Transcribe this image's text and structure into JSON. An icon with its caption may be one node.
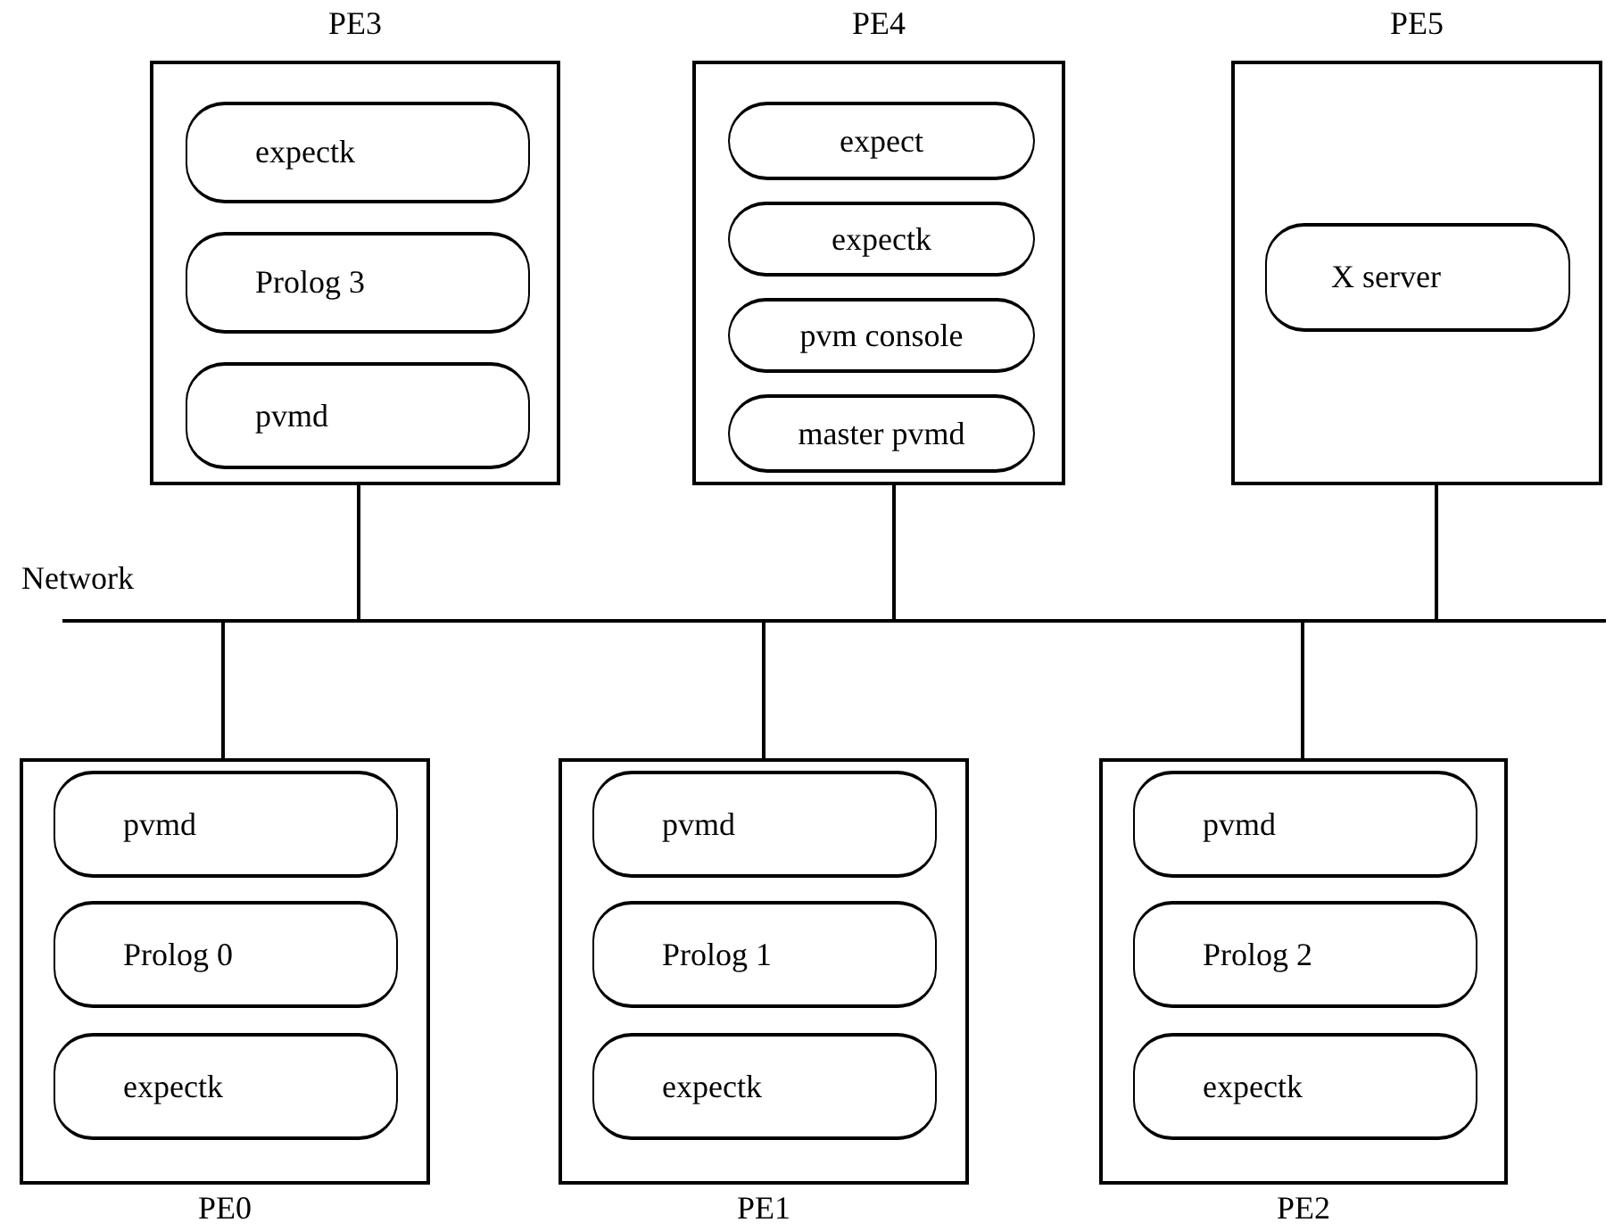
{
  "diagram": {
    "nodes": [
      {
        "text": [
          "PE3"
        ]
      },
      {
        "text": [
          "expectk"
        ],
        "in": 0
      },
      {
        "text": [
          "Prolog 3"
        ],
        "in": 0
      },
      {
        "text": [
          "pvmd"
        ],
        "in": 0
      },
      {
        "text": [
          "PE4"
        ]
      },
      {
        "text": [
          "expect"
        ],
        "in": 4
      },
      {
        "text": [
          "expectk"
        ],
        "in": 4
      },
      {
        "text": [
          "pvm console"
        ],
        "in": 4
      },
      {
        "text": [
          "master pvmd"
        ],
        "in": 4
      },
      {
        "text": [
          "PE5"
        ]
      },
      {
        "text": [
          "X server"
        ],
        "in": 9
      },
      {
        "text": [
          "Network"
        ]
      },
      {
        "text": [
          "PE0"
        ]
      },
      {
        "text": [
          "pvmd"
        ],
        "in": 12
      },
      {
        "text": [
          "Prolog 0"
        ],
        "in": 12
      },
      {
        "text": [
          "expectk"
        ],
        "in": 12
      },
      {
        "text": [
          "PE1"
        ]
      },
      {
        "text": [
          "pvmd"
        ],
        "in": 16
      },
      {
        "text": [
          "Prolog 1"
        ],
        "in": 16
      },
      {
        "text": [
          "expectk"
        ],
        "in": 16
      },
      {
        "text": [
          "PE2"
        ]
      },
      {
        "text": [
          "pvmd"
        ],
        "in": 20
      },
      {
        "text": [
          "Prolog 2"
        ],
        "in": 20
      },
      {
        "text": [
          "expectk"
        ],
        "in": 20
      }
    ],
    "edges": [
      {
        "from": 0,
        "to": 11,
        "arrow": "none"
      },
      {
        "from": 4,
        "to": 11,
        "arrow": "none"
      },
      {
        "from": 9,
        "to": 11,
        "arrow": "none"
      },
      {
        "from": 12,
        "to": 11,
        "arrow": "none"
      },
      {
        "from": 16,
        "to": 11,
        "arrow": "none"
      },
      {
        "from": 20,
        "to": 11,
        "arrow": "none"
      }
    ]
  }
}
